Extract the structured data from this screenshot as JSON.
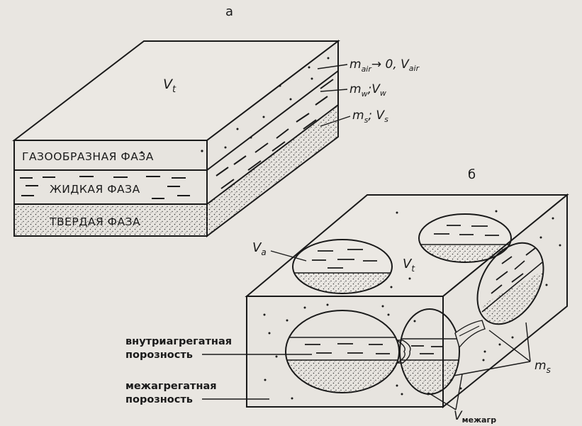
{
  "figure_a": {
    "label": "а",
    "volume_label": "V",
    "volume_sub": "t",
    "phases": {
      "gas": "ГАЗООБРАЗНАЯ ФАЗА",
      "liquid": "ЖИДКАЯ ФАЗА",
      "solid": "ТВЕРДАЯ ФАЗА"
    },
    "annotations": {
      "air": {
        "m": "m",
        "m_sub": "air",
        "rest": "→ 0,  V",
        "v_sub": "air"
      },
      "water": {
        "m": "m",
        "m_sub": "w",
        "rest": ";V",
        "v_sub": "w"
      },
      "solid": {
        "m": "m",
        "m_sub": "s",
        "rest": ";  V",
        "v_sub": "s"
      }
    }
  },
  "figure_b": {
    "label": "б",
    "va_label": "V",
    "va_sub": "a",
    "vt_label": "V",
    "vt_sub": "t",
    "intra_line1": "внутриагрегатная",
    "intra_line2": "порозность",
    "inter_line1": "межагрегатная",
    "inter_line2": "порозность",
    "ms_label": "m",
    "ms_sub": "s",
    "vmezh_label": "V",
    "vmezh_sub": "межагр"
  },
  "colors": {
    "ink": "#1a1a1a",
    "paper": "#e9e6e1",
    "stipple": "#3a3a3a"
  }
}
